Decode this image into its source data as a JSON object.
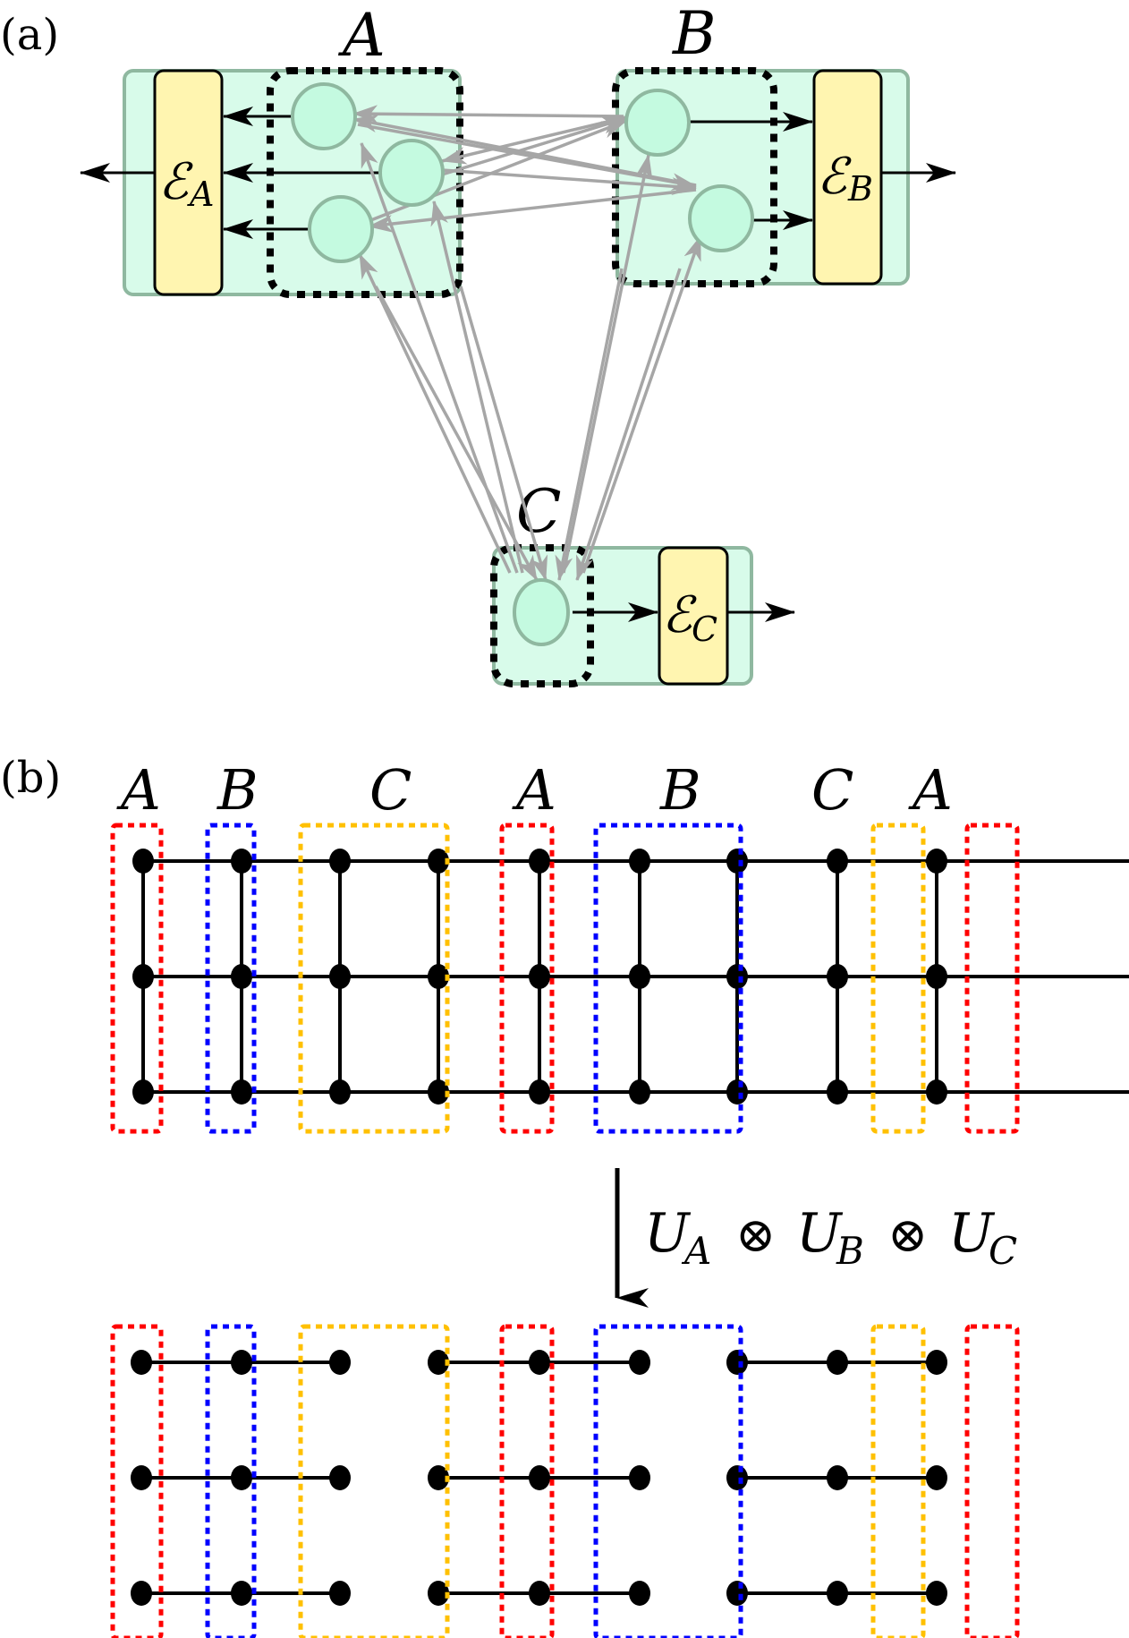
{
  "figure": {
    "panel_a": {
      "label": "(a)",
      "subsystems": [
        {
          "name": "A",
          "channel_label": "ℰ",
          "channel_sub": "A",
          "nodes": 3
        },
        {
          "name": "B",
          "channel_label": "ℰ",
          "channel_sub": "B",
          "nodes": 2
        },
        {
          "name": "C",
          "channel_label": "ℰ",
          "channel_sub": "C",
          "nodes": 1
        }
      ]
    },
    "panel_b": {
      "label": "(b)",
      "column_labels": [
        "A",
        "B",
        "C",
        "A",
        "B",
        "C",
        "A"
      ],
      "transform": {
        "U1": "U",
        "s1": "A",
        "op1": "⊗",
        "U2": "U",
        "s2": "B",
        "op2": "⊗",
        "U3": "U",
        "s3": "C"
      }
    },
    "colors": {
      "region_fill": "#d8fbea",
      "region_stroke": "#8fb8a0",
      "node_fill": "#c4fae0",
      "node_stroke": "#8fb8a0",
      "channel_fill": "#fff5b0",
      "arrow_gray": "#a6a6a6",
      "group_A": "#ff0000",
      "group_B": "#0000ff",
      "group_C": "#ffc000"
    }
  }
}
